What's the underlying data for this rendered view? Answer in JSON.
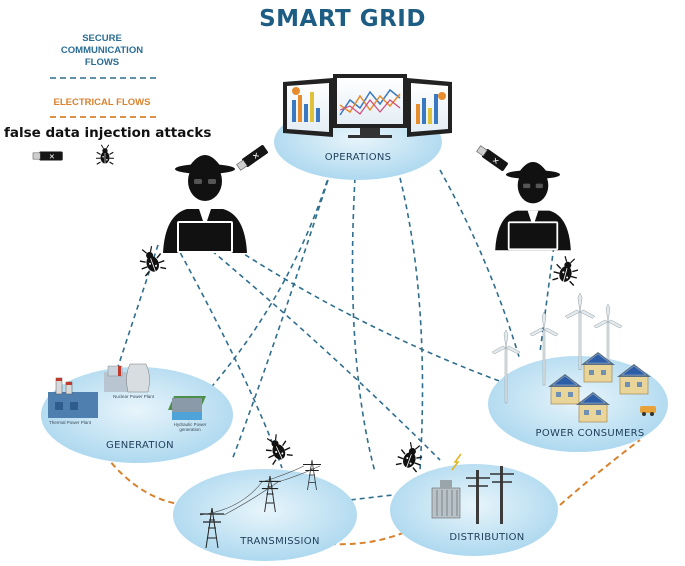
{
  "title": "SMART GRID",
  "legend": {
    "secure_comm": "SECURE\nCOMMUNICATION\nFLOWS",
    "electrical": "ELECTRICAL FLOWS",
    "fdi": "false data injection attacks"
  },
  "nodes": {
    "operations": "OPERATIONS",
    "generation": "GENERATION",
    "transmission": "TRANSMISSION",
    "distribution": "DISTRIBUTION",
    "power_consumers": "POWER CONSUMERS"
  },
  "plant_labels": {
    "thermal": "Thermal Power Plant",
    "nuclear": "Nuclear Power Plant",
    "hydro": "Hydraulic Power generation"
  },
  "colors": {
    "title": "#1d5d84",
    "comm_line": "#2f6e8f",
    "elec_line": "#d8822e",
    "ellipse": "#cfe9f6"
  }
}
